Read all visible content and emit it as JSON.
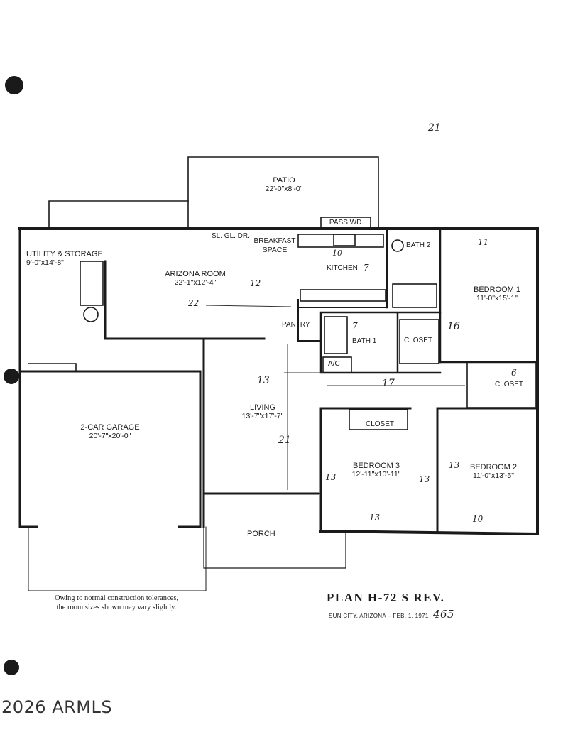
{
  "rooms": {
    "patio": {
      "name": "PATIO",
      "size": "22'-0\"x8'-0\""
    },
    "pass_window": "PASS WD.",
    "sliding_door": "SL. GL. DR.",
    "breakfast": {
      "line1": "BREAKFAST",
      "line2": "SPACE"
    },
    "bath2": "BATH 2",
    "utility": {
      "name": "UTILITY & STORAGE",
      "size": "9'-0\"x14'-8\""
    },
    "arizona": {
      "name": "ARIZONA ROOM",
      "size": "22'-1\"x12'-4\""
    },
    "kitchen": "KITCHEN",
    "bedroom1": {
      "name": "BEDROOM 1",
      "size": "11'-0\"x15'-1\""
    },
    "pantry": "PANTRY",
    "bath1": "BATH 1",
    "closet_a": "CLOSET",
    "ac": "A/C",
    "closet_b": "CLOSET",
    "garage": {
      "name": "2-CAR GARAGE",
      "size": "20'-7\"x20'-0\""
    },
    "living": {
      "name": "LIVING",
      "size": "13'-7\"x17'-7\""
    },
    "closet_c": "CLOSET",
    "bedroom3": {
      "name": "BEDROOM 3",
      "size": "12'-11\"x10'-11\""
    },
    "bedroom2": {
      "name": "BEDROOM 2",
      "size": "11'-0\"x13'-5\""
    },
    "porch": "PORCH"
  },
  "note": {
    "line1": "Owing to normal construction tolerances,",
    "line2": "the room sizes shown may vary slightly."
  },
  "plan": {
    "title": "PLAN  H-72 S REV.",
    "subtitle": "SUN CITY, ARIZONA – FEB. 1, 1971",
    "handwritten_number": "465"
  },
  "handwritten": {
    "top": "21",
    "arizona_len": "22",
    "arizona_w": "12",
    "kitchen_w": "7",
    "breakfast": "10",
    "bath1": "7",
    "bedroom1_len": "16",
    "living_w": "13",
    "hall": "17",
    "living_len": "21",
    "bedroom3_w": "13",
    "bedroom3_len": "13",
    "bedroom3_side": "13",
    "bedroom2_w": "13",
    "bedroom2_len": "10",
    "bedroom1_top": "11",
    "closet_b": "6"
  },
  "watermark": "2026 ARMLS"
}
